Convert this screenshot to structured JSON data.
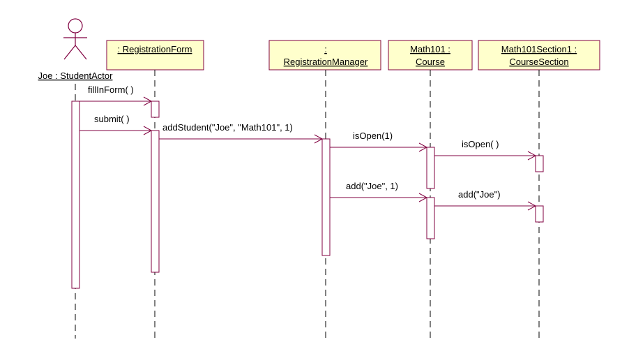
{
  "actor": {
    "label": "Joe : StudentActor"
  },
  "objects": [
    {
      "id": "form",
      "lines": [
        ": RegistrationForm"
      ]
    },
    {
      "id": "manager",
      "lines": [
        ":",
        "RegistrationManager"
      ]
    },
    {
      "id": "course",
      "lines": [
        "Math101 :",
        "Course"
      ]
    },
    {
      "id": "section",
      "lines": [
        "Math101Section1 :",
        "CourseSection"
      ]
    }
  ],
  "messages": [
    {
      "from": "actor",
      "to": "form",
      "label": "fillInForm( )"
    },
    {
      "from": "actor",
      "to": "form",
      "label": "submit( )"
    },
    {
      "from": "form",
      "to": "manager",
      "label": "addStudent(\"Joe\", \"Math101\", 1)"
    },
    {
      "from": "manager",
      "to": "course",
      "label": "isOpen(1)"
    },
    {
      "from": "course",
      "to": "section",
      "label": "isOpen( )"
    },
    {
      "from": "manager",
      "to": "course",
      "label": "add(\"Joe\", 1)"
    },
    {
      "from": "course",
      "to": "section",
      "label": "add(\"Joe\")"
    }
  ],
  "colors": {
    "line": "#800040",
    "box_fill": "#ffffcc",
    "lifeline": "#000000"
  }
}
